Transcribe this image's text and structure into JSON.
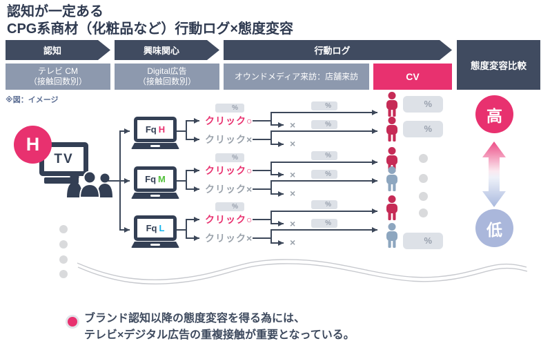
{
  "title": {
    "line1": "認知が一定ある",
    "line2": "CPG系商材（化粧品など）行動ログ×態度変容"
  },
  "note": "※図：イメージ",
  "funnel": {
    "stages": [
      {
        "arrow": "認知",
        "box_line1": "テレビ CM",
        "box_line2": "（接触回数別）"
      },
      {
        "arrow": "興味関心",
        "box_line1": "Digital広告",
        "box_line2": "（接触回数別）"
      },
      {
        "arrow": "行動ログ",
        "box_line1": "オウンドメディア来訪：店舗来訪"
      }
    ],
    "cv": "CV",
    "comparison": "態度変容比較"
  },
  "diagram": {
    "tv_badge": "H",
    "tv_label": "TV",
    "laptops": [
      {
        "prefix": "Fq",
        "level": "H",
        "level_color": "#e8316f"
      },
      {
        "prefix": "Fq",
        "level": "M",
        "level_color": "#53c13c"
      },
      {
        "prefix": "Fq",
        "level": "L",
        "level_color": "#14b4ec"
      }
    ],
    "click_yes": "クリック○",
    "click_no": "クリック×",
    "percent": "%",
    "cross": "×",
    "scale_high": "高",
    "scale_low": "低"
  },
  "footer": {
    "line1": "ブランド認知以降の態度変容を得る為には、",
    "line2": "テレビ×デジタル広告の重複接触が重要となっている。"
  },
  "colors": {
    "navy": "#404b60",
    "slate_box": "#8d99ae",
    "pink": "#e8316f",
    "person_pink": "#c62b56",
    "person_blue": "#8da6bf",
    "badge_bg": "#dde1e7",
    "badge_text": "#98a0ad",
    "low_circle": "#aab7db",
    "line": "#3c4759",
    "green": "#53c13c",
    "cyan": "#14b4ec"
  }
}
